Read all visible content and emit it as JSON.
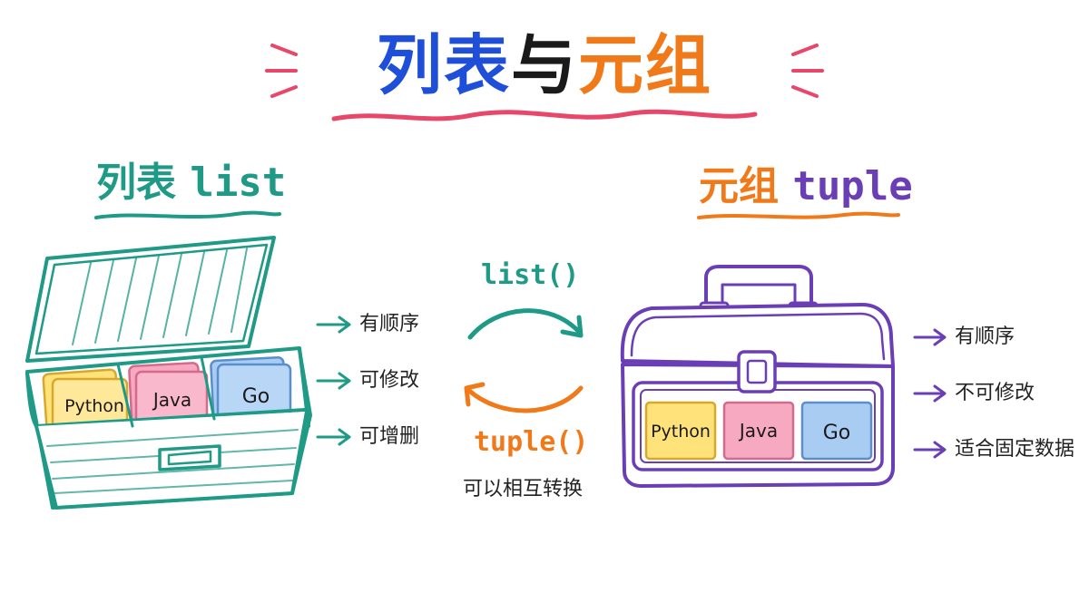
{
  "title": {
    "part1": "列表",
    "part2": "与",
    "part3": "元组"
  },
  "list_section": {
    "title_cn": "列表",
    "title_en": "list",
    "cards": [
      "Python",
      "Java",
      "Go"
    ],
    "features": [
      "有顺序",
      "可修改",
      "可增删"
    ]
  },
  "tuple_section": {
    "title_cn": "元组",
    "title_en": "tuple",
    "cards": [
      "Python",
      "Java",
      "Go"
    ],
    "features": [
      "有顺序",
      "不可修改",
      "适合固定数据"
    ]
  },
  "conversion": {
    "to_tuple_label": "list()",
    "to_list_label": "tuple()",
    "note": "可以相互转换"
  },
  "colors": {
    "blue": "#1f4fd8",
    "orange": "#f07a1a",
    "teal": "#1f9a86",
    "purple": "#6a3fb5",
    "pink": "#e8476a",
    "card_yellow": "#ffe27a",
    "card_pink": "#f7a9c1",
    "card_blue": "#a9cdf2"
  }
}
